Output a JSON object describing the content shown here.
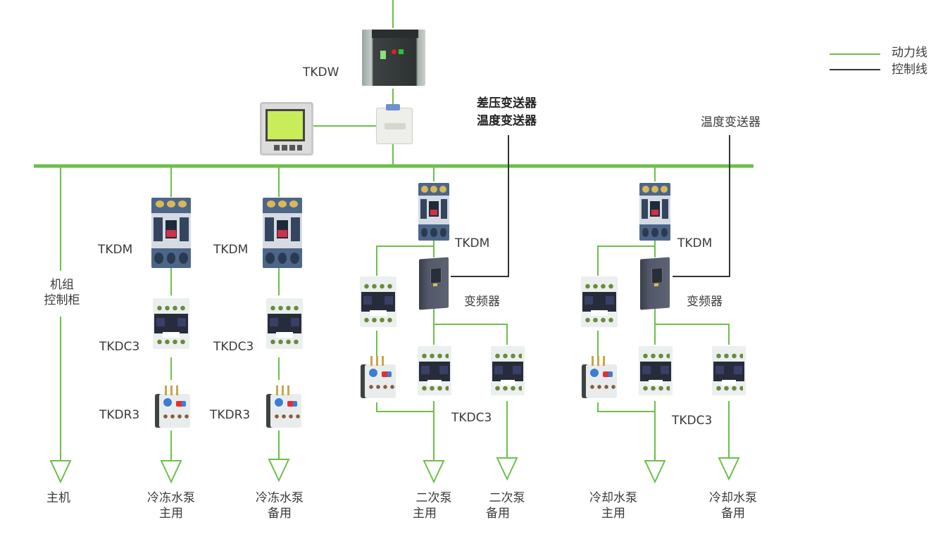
{
  "legend": {
    "items": [
      {
        "label": "动力线",
        "color": "#6cc04a",
        "meaning": "power line"
      },
      {
        "label": "控制线",
        "color": "#333333",
        "meaning": "control line"
      }
    ]
  },
  "colors": {
    "power_line": "#6cc04a",
    "control_line": "#333333",
    "label_text": "#3a3a3a"
  },
  "main": {
    "acb_label": "TKDW",
    "sensor_pressure_label": "差压变送器",
    "sensor_temp_label": "温度变送器",
    "sensor_temp2_label": "温度变送器"
  },
  "branches": {
    "host": {
      "cabinet_label_line1": "机组",
      "cabinet_label_line2": "控制柜",
      "load_line1": "主机"
    },
    "chilled_main": {
      "breaker_label": "TKDM",
      "contactor_label": "TKDC3",
      "relay_label": "TKDR3",
      "load_line1": "冷冻水泵",
      "load_line2": "主用"
    },
    "chilled_backup": {
      "breaker_label": "TKDM",
      "contactor_label": "TKDC3",
      "relay_label": "TKDR3",
      "load_line1": "冷冻水泵",
      "load_line2": "备用"
    },
    "secondary": {
      "breaker_label": "TKDM",
      "vfd_label": "变频器",
      "contactor_label": "TKDC3",
      "load_main_line1": "二次泵",
      "load_main_line2": "主用",
      "load_backup_line1": "二次泵",
      "load_backup_line2": "备用"
    },
    "cooling": {
      "breaker_label": "TKDM",
      "vfd_label": "变频器",
      "contactor_label": "TKDC3",
      "load_main_line1": "冷却水泵",
      "load_main_line2": "主用",
      "load_backup_line1": "冷却水泵",
      "load_backup_line2": "备用"
    }
  }
}
